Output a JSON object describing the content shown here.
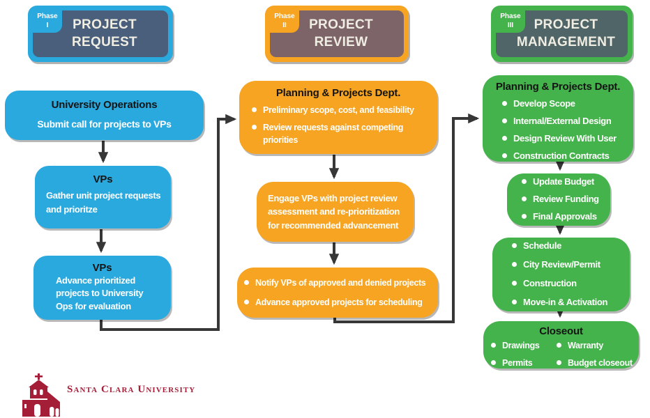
{
  "colors": {
    "phase1_blue": "#2AA9DF",
    "phase1_header_inner": "#4A5F7B",
    "phase2_orange": "#F6A421",
    "phase2_header_inner": "#7D6469",
    "phase3_green": "#45B34B",
    "phase3_header_inner": "#506568",
    "connector_gray": "#373737",
    "scu_crimson": "#A41E38"
  },
  "phase1": {
    "tab_label": "Phase",
    "tab_numeral": "I",
    "title": "PROJECT REQUEST",
    "box1": {
      "title": "University Operations",
      "body": "Submit call for projects to VPs"
    },
    "box2": {
      "title": "VPs",
      "body": "Gather unit project requests and prioritze"
    },
    "box3": {
      "title": "VPs",
      "body": "Advance prioritized projects to University Ops for evaluation"
    }
  },
  "phase2": {
    "tab_label": "Phase",
    "tab_numeral": "II",
    "title": "PROJECT REVIEW",
    "box1": {
      "title": "Planning & Projects Dept.",
      "bullets": [
        "Preliminary scope, cost, and feasibility",
        "Review requests against competing priorities"
      ]
    },
    "box2": {
      "body": "Engage VPs with project review assessment and re-prioritization for recommended advancement"
    },
    "box3": {
      "bullets": [
        "Notify VPs of approved and denied projects",
        "Advance approved projects for scheduling"
      ]
    }
  },
  "phase3": {
    "tab_label": "Phase",
    "tab_numeral": "III",
    "title": "PROJECT MANAGEMENT",
    "box1": {
      "title": "Planning & Projects Dept.",
      "bullets": [
        "Develop Scope",
        "Internal/External Design",
        "Design Review With User",
        "Construction Contracts"
      ]
    },
    "box2": {
      "bullets": [
        "Update Budget",
        "Review Funding",
        "Final Approvals"
      ]
    },
    "box3": {
      "bullets": [
        "Schedule",
        "City Review/Permit",
        "Construction",
        "Move-in & Activation"
      ]
    },
    "box4": {
      "title": "Closeout",
      "bullets_left": [
        "Drawings",
        "Permits"
      ],
      "bullets_right": [
        "Warranty",
        "Budget closeout"
      ]
    }
  },
  "footer": {
    "logo_text": "Santa Clara University"
  }
}
